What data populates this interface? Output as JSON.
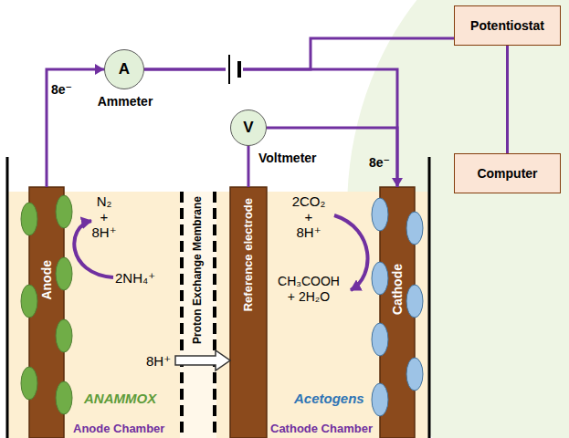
{
  "diagram": {
    "nodes": [
      {
        "text": [
          "Potentiostat"
        ]
      },
      {
        "text": [
          "Computer"
        ]
      },
      {
        "text": [
          "A",
          "Ammeter"
        ]
      },
      {
        "text": [
          "V",
          "Voltmeter"
        ]
      },
      {
        "text": [
          "Anode"
        ]
      },
      {
        "text": [
          "Proton Exchange Membrane"
        ]
      },
      {
        "text": [
          "Reference electrode"
        ]
      },
      {
        "text": [
          "Cathode"
        ]
      }
    ],
    "edges": [
      {
        "from": 4,
        "to": 2,
        "arrow": "to",
        "label": "8e⁻"
      },
      {
        "from": 2,
        "to": 7,
        "arrow": "to",
        "label": "8e⁻"
      },
      {
        "from": 2,
        "to": 0,
        "arrow": "none"
      },
      {
        "from": 0,
        "to": 1,
        "arrow": "none"
      },
      {
        "from": 6,
        "to": 3,
        "arrow": "none"
      },
      {
        "from": 3,
        "to": 7,
        "arrow": "none"
      }
    ],
    "labels": [
      "N₂ + 8H⁺",
      "2NH₄⁺",
      "8H⁺",
      "ANAMMOX",
      "2CO₂ + 8H⁺",
      "CH₃COOH + 2H₂O",
      "Acetogens",
      "Anode Chamber",
      "Cathode Chamber"
    ]
  }
}
